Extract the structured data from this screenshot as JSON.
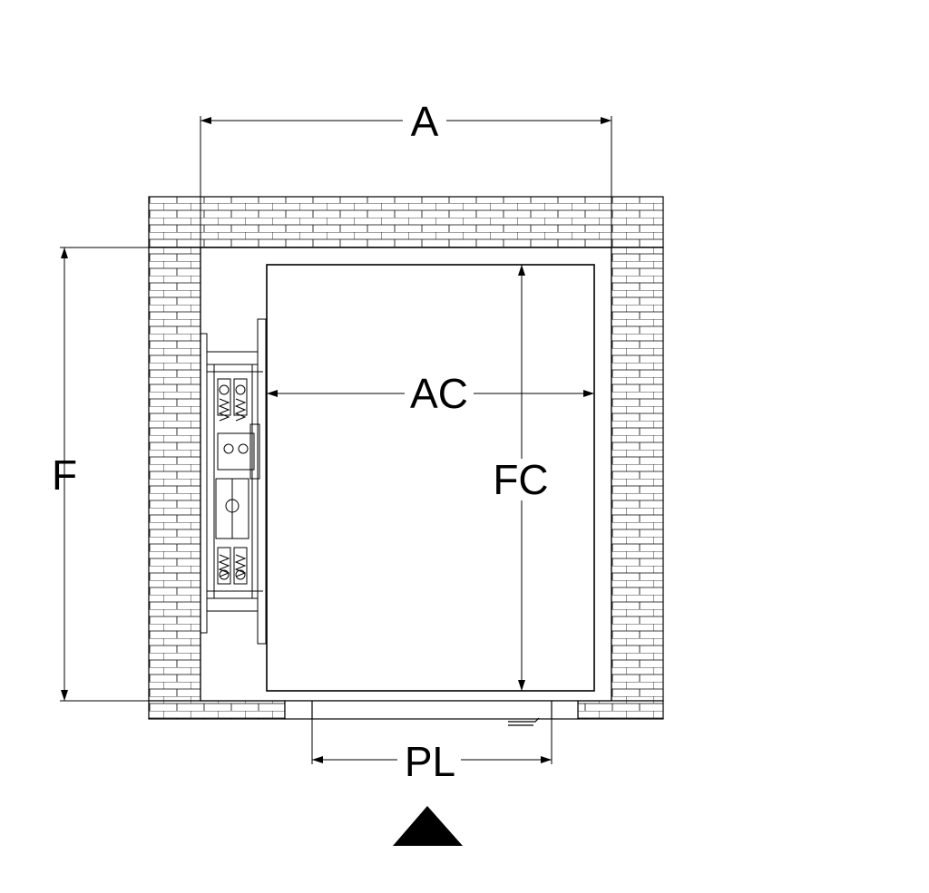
{
  "diagram": {
    "labels": {
      "shaft_width": "A",
      "shaft_depth": "F",
      "car_width": "AC",
      "car_depth": "FC",
      "door_width": "PL"
    },
    "colors": {
      "line": "#000000",
      "background": "#ffffff",
      "entrance_marker": "#000000"
    },
    "icons": {
      "entrance_marker": "triangle-up-icon"
    }
  }
}
